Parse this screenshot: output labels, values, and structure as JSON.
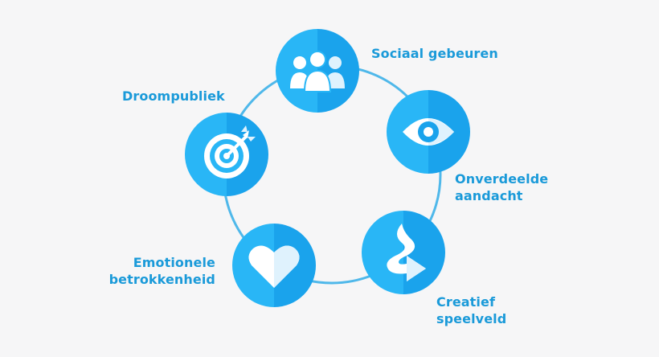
{
  "colors": {
    "background": "#f6f6f7",
    "circle": "#29b6f6",
    "circle_shade": "#1aa3ec",
    "ring": "#4fb8ea",
    "label": "#1a9ad9",
    "icon": "#ffffff",
    "icon_shade": "#dff2fd"
  },
  "nodes": [
    {
      "id": "sociaal",
      "icon": "people-icon",
      "label_lines": [
        "Sociaal gebeuren"
      ]
    },
    {
      "id": "aandacht",
      "icon": "eye-icon",
      "label_lines": [
        "Onverdeelde",
        "aandacht"
      ]
    },
    {
      "id": "speelveld",
      "icon": "winding-arrow-icon",
      "label_lines": [
        "Creatief",
        "speelveld"
      ]
    },
    {
      "id": "betrokkenheid",
      "icon": "heart-icon",
      "label_lines": [
        "Emotionele",
        "betrokkenheid"
      ]
    },
    {
      "id": "droompubliek",
      "icon": "target-icon",
      "label_lines": [
        "Droompubliek"
      ]
    }
  ]
}
